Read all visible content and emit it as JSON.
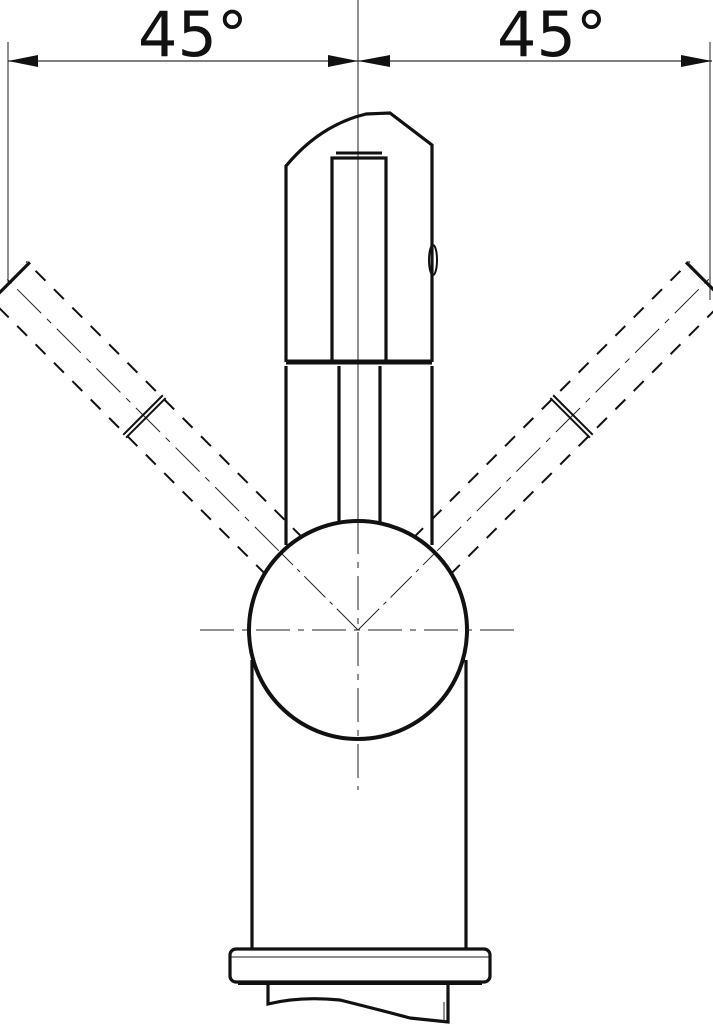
{
  "drawing": {
    "subject": "faucet front view",
    "dimension_left": {
      "label": "45°",
      "value": 45,
      "unit": "degree"
    },
    "dimension_right": {
      "label": "45°",
      "value": 45,
      "unit": "degree"
    },
    "colors": {
      "line": "#111111",
      "background": "#ffffff"
    }
  }
}
